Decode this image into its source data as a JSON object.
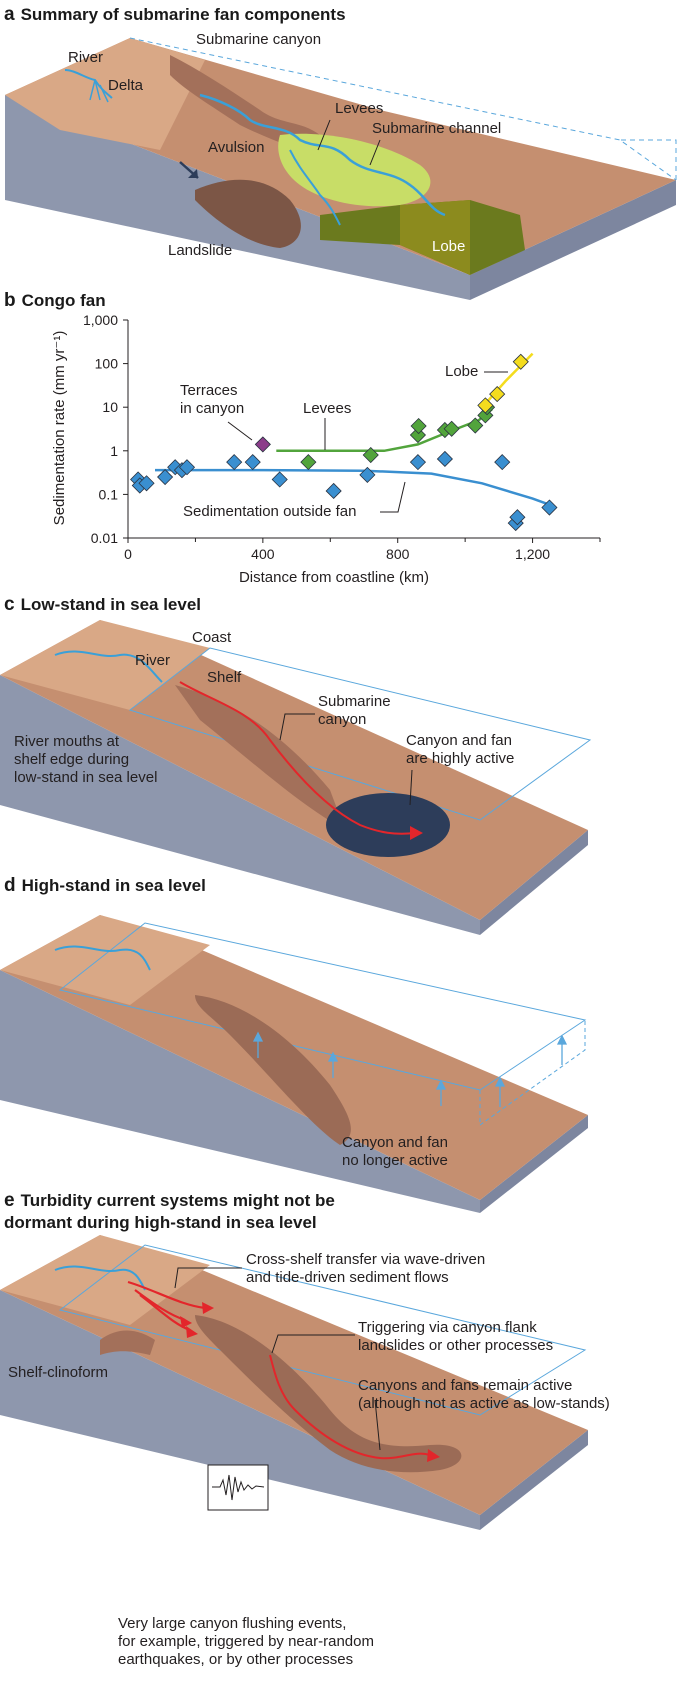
{
  "panel_a": {
    "letter": "a",
    "title": "Summary of submarine fan components",
    "labels": {
      "river": "River",
      "delta": "Delta",
      "canyon": "Submarine canyon",
      "levees": "Levees",
      "channel": "Submarine channel",
      "avulsion": "Avulsion",
      "landslide": "Landslide",
      "lobe": "Lobe"
    }
  },
  "panel_b": {
    "letter": "b",
    "title": "Congo fan",
    "annotations": {
      "terraces_1": "Terraces",
      "terraces_2": "in canyon",
      "levees": "Levees",
      "lobe": "Lobe",
      "outside": "Sedimentation outside fan"
    },
    "chart_data": {
      "type": "scatter",
      "title": "",
      "xlabel": "Distance from coastline (km)",
      "ylabel": "Sedimentation rate (mm yr⁻¹)",
      "xlim": [
        0,
        1400
      ],
      "ylim": [
        0.01,
        1000
      ],
      "yscale": "log",
      "x_ticks": [
        0,
        400,
        800,
        1200
      ],
      "x_tick_labels": [
        "0",
        "400",
        "800",
        "1,200"
      ],
      "y_ticks": [
        0.01,
        0.1,
        1,
        10,
        100,
        1000
      ],
      "y_tick_labels": [
        "0.01",
        "0.1",
        "1",
        "10",
        "100",
        "1,000"
      ],
      "grid": false,
      "series": [
        {
          "name": "Sedimentation outside fan",
          "color": "#3a8fd0",
          "points": [
            [
              30,
              0.22
            ],
            [
              35,
              0.16
            ],
            [
              55,
              0.18
            ],
            [
              110,
              0.25
            ],
            [
              140,
              0.42
            ],
            [
              160,
              0.36
            ],
            [
              175,
              0.42
            ],
            [
              315,
              0.55
            ],
            [
              370,
              0.55
            ],
            [
              450,
              0.22
            ],
            [
              610,
              0.12
            ],
            [
              710,
              0.28
            ],
            [
              860,
              0.55
            ],
            [
              940,
              0.65
            ],
            [
              1110,
              0.55
            ],
            [
              1150,
              0.022
            ],
            [
              1155,
              0.03
            ],
            [
              1250,
              0.05
            ]
          ],
          "trend": [
            [
              80,
              0.36
            ],
            [
              400,
              0.36
            ],
            [
              700,
              0.35
            ],
            [
              900,
              0.3
            ],
            [
              1050,
              0.18
            ],
            [
              1200,
              0.08
            ],
            [
              1250,
              0.058
            ]
          ]
        },
        {
          "name": "Terraces in canyon",
          "color": "#8c3d8a",
          "points": [
            [
              400,
              1.4
            ]
          ]
        },
        {
          "name": "Levees",
          "color": "#52a43c",
          "points": [
            [
              535,
              0.55
            ],
            [
              720,
              0.8
            ],
            [
              860,
              2.3
            ],
            [
              862,
              3.7
            ],
            [
              940,
              3.0
            ],
            [
              960,
              3.2
            ],
            [
              1030,
              3.8
            ],
            [
              1060,
              6.5
            ],
            [
              1065,
              10
            ]
          ],
          "trend": [
            [
              440,
              1.0
            ],
            [
              760,
              1.0
            ],
            [
              860,
              1.4
            ],
            [
              950,
              2.7
            ],
            [
              1040,
              5.0
            ],
            [
              1080,
              9.0
            ]
          ]
        },
        {
          "name": "Lobe",
          "color": "#f4dc1e",
          "points": [
            [
              1060,
              11
            ],
            [
              1095,
              20
            ],
            [
              1165,
              110
            ]
          ],
          "trend": [
            [
              1060,
              12
            ],
            [
              1120,
              40
            ],
            [
              1200,
              170
            ]
          ]
        }
      ]
    }
  },
  "panel_c": {
    "letter": "c",
    "title": "Low-stand in sea level",
    "labels": {
      "coast": "Coast",
      "river": "River",
      "shelf": "Shelf",
      "canyon_1": "Submarine",
      "canyon_2": "canyon",
      "mouths_1": "River mouths at",
      "mouths_2": "shelf edge during",
      "mouths_3": "low-stand in sea level",
      "active_1": "Canyon and fan",
      "active_2": "are highly active"
    }
  },
  "panel_d": {
    "letter": "d",
    "title": "High-stand in sea level",
    "labels": {
      "inactive_1": "Canyon and fan",
      "inactive_2": "no longer active"
    }
  },
  "panel_e": {
    "letter": "e",
    "title_1": "Turbidity current systems might not be",
    "title_2": "dormant during high-stand in sea level",
    "labels": {
      "xshelf_1": "Cross-shelf transfer via wave-driven",
      "xshelf_2": "and tide-driven sediment flows",
      "trigger_1": "Triggering via canyon flank",
      "trigger_2": "landslides or other processes",
      "clinoform": "Shelf-clinoform",
      "remain_1": "Canyons and fans remain active",
      "remain_2": "(although not as active as low-stands)",
      "flush_1": "Very large canyon flushing events,",
      "flush_2": "for example, triggered by near-random",
      "flush_3": "earthquakes, or by other processes"
    }
  },
  "colors": {
    "land": "#d39f80",
    "slope": "#b98466",
    "side": "#8e97ad",
    "dark": "#7c5646",
    "river": "#3aa0d8",
    "flow": "#e3262b",
    "levee": "#c8dd67",
    "lobe": "#6b7a1e",
    "active_fan": "#2d3d5a"
  }
}
